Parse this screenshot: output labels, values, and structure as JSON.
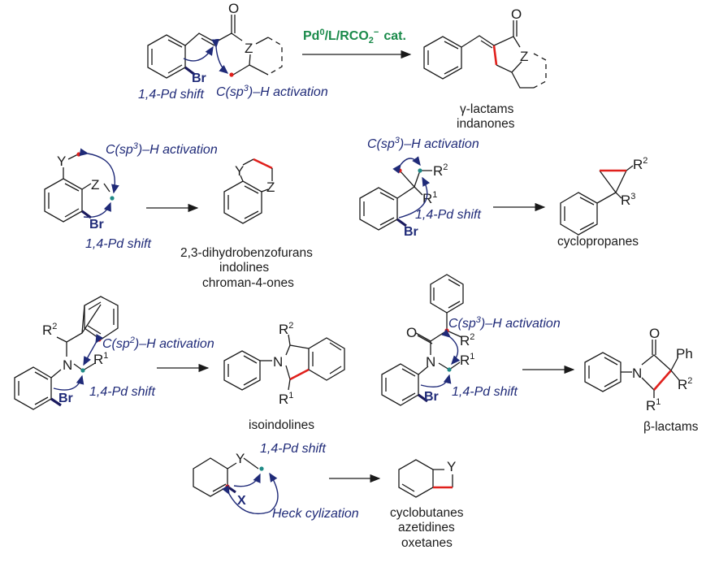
{
  "title": "Pd-catalyzed 1,4-Pd shift / C–H activation reaction schemes",
  "colors": {
    "annotation": "#1f2a78",
    "new_bond": "#e0201c",
    "catalyst": "#1a8a4a",
    "migrating_carbon": "#1f8a86",
    "activated_carbon": "#e0201c"
  },
  "reactions": [
    {
      "id": "r1",
      "catalyst_main": "Pd",
      "catalyst_sup": "0",
      "catalyst_rest": "/L/RCO",
      "catalyst_sub": "2",
      "catalyst_charge": "−",
      "catalyst_tail": "cat.",
      "substrate_atoms": {
        "o": "O",
        "z": "Z",
        "br": "Br"
      },
      "notes": {
        "shift": "1,4-Pd shift",
        "activation_pre": "C(sp",
        "activation_sup": "3",
        "activation_post": ")–H activation"
      },
      "product_atoms": {
        "o": "O",
        "z": "Z"
      },
      "product_labels": [
        "γ-lactams",
        "indanones"
      ]
    },
    {
      "id": "r2",
      "substrate_atoms": {
        "y": "Y",
        "z": "Z",
        "br": "Br"
      },
      "notes": {
        "shift": "1,4-Pd shift",
        "activation_pre": "C(sp",
        "activation_sup": "3",
        "activation_post": ")–H activation"
      },
      "product_atoms": {
        "y": "Y",
        "z": "Z"
      },
      "product_labels": [
        "2,3-dihydrobenzofurans",
        "indolines",
        "chroman-4-ones"
      ]
    },
    {
      "id": "r3",
      "substrate_atoms": {
        "r2": "R",
        "r2_sup": "2",
        "r1": "R",
        "r1_sup": "1",
        "br": "Br"
      },
      "notes": {
        "shift": "1,4-Pd shift",
        "activation_pre": "C(sp",
        "activation_sup": "3",
        "activation_post": ")–H activation"
      },
      "product_atoms": {
        "r2": "R",
        "r2_sup": "2",
        "r3": "R",
        "r3_sup": "3"
      },
      "product_labels": [
        "cyclopropanes"
      ]
    },
    {
      "id": "r4",
      "substrate_atoms": {
        "r2": "R",
        "r2_sup": "2",
        "n": "N",
        "r1": "R",
        "r1_sup": "1",
        "br": "Br"
      },
      "notes": {
        "shift": "1,4-Pd shift",
        "activation_pre": "C(sp",
        "activation_sup": "2",
        "activation_post": ")–H activation"
      },
      "product_atoms": {
        "r2": "R",
        "r2_sup": "2",
        "n": "N",
        "r1": "R",
        "r1_sup": "1"
      },
      "product_labels": [
        "isoindolines"
      ]
    },
    {
      "id": "r5",
      "substrate_atoms": {
        "o": "O",
        "n": "N",
        "r2": "R",
        "r2_sup": "2",
        "r1": "R",
        "r1_sup": "1",
        "br": "Br"
      },
      "notes": {
        "shift": "1,4-Pd shift",
        "activation_pre": "C(sp",
        "activation_sup": "3",
        "activation_post": ")–H activation"
      },
      "product_atoms": {
        "o": "O",
        "n": "N",
        "ph": "Ph",
        "r2": "R",
        "r2_sup": "2",
        "r1": "R",
        "r1_sup": "1"
      },
      "product_labels": [
        "β-lactams"
      ]
    },
    {
      "id": "r6",
      "substrate_atoms": {
        "y": "Y",
        "x": "X"
      },
      "notes": {
        "shift": "1,4-Pd shift",
        "heck": "Heck cylization"
      },
      "product_atoms": {
        "y": "Y"
      },
      "product_labels": [
        "cyclobutanes",
        "azetidines",
        "oxetanes"
      ]
    }
  ]
}
